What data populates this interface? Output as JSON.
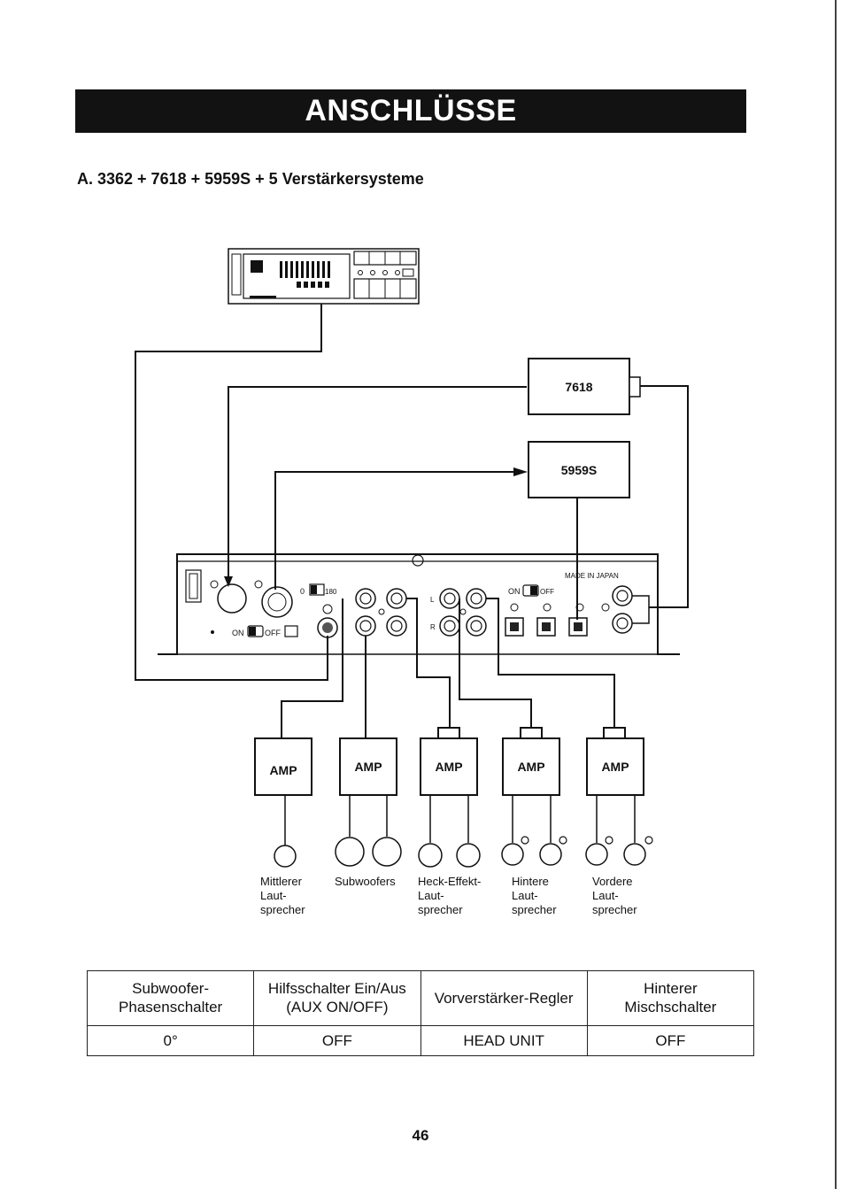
{
  "header": {
    "title": "ANSCHLÜSSE"
  },
  "section": {
    "title": "A.  3362 + 7618 + 5959S + 5 Verstärkersysteme"
  },
  "diagram": {
    "unit_7618": "7618",
    "unit_5959s": "5959S",
    "made_in": "MADE IN JAPAN",
    "amp_label": "AMP",
    "switch_on": "ON",
    "switch_off": "OFF",
    "phase_0": "0",
    "phase_180": "180",
    "channel_l": "L",
    "channel_r": "R"
  },
  "captions": [
    "Mittlerer\nLaut-\nsprecher",
    "Subwoofers",
    "Heck-Effekt-\nLaut-\nsprecher",
    "Hintere\nLaut-\nsprecher",
    "Vordere\nLaut-\nsprecher"
  ],
  "table": {
    "headers": [
      "Subwoofer-\nPhasenschalter",
      "Hilfsschalter Ein/Aus\n(AUX ON/OFF)",
      "Vorverstärker-Regler",
      "Hinterer\nMischschalter"
    ],
    "values": [
      "0°",
      "OFF",
      "HEAD UNIT",
      "OFF"
    ]
  },
  "footer": {
    "page_number": "46"
  }
}
